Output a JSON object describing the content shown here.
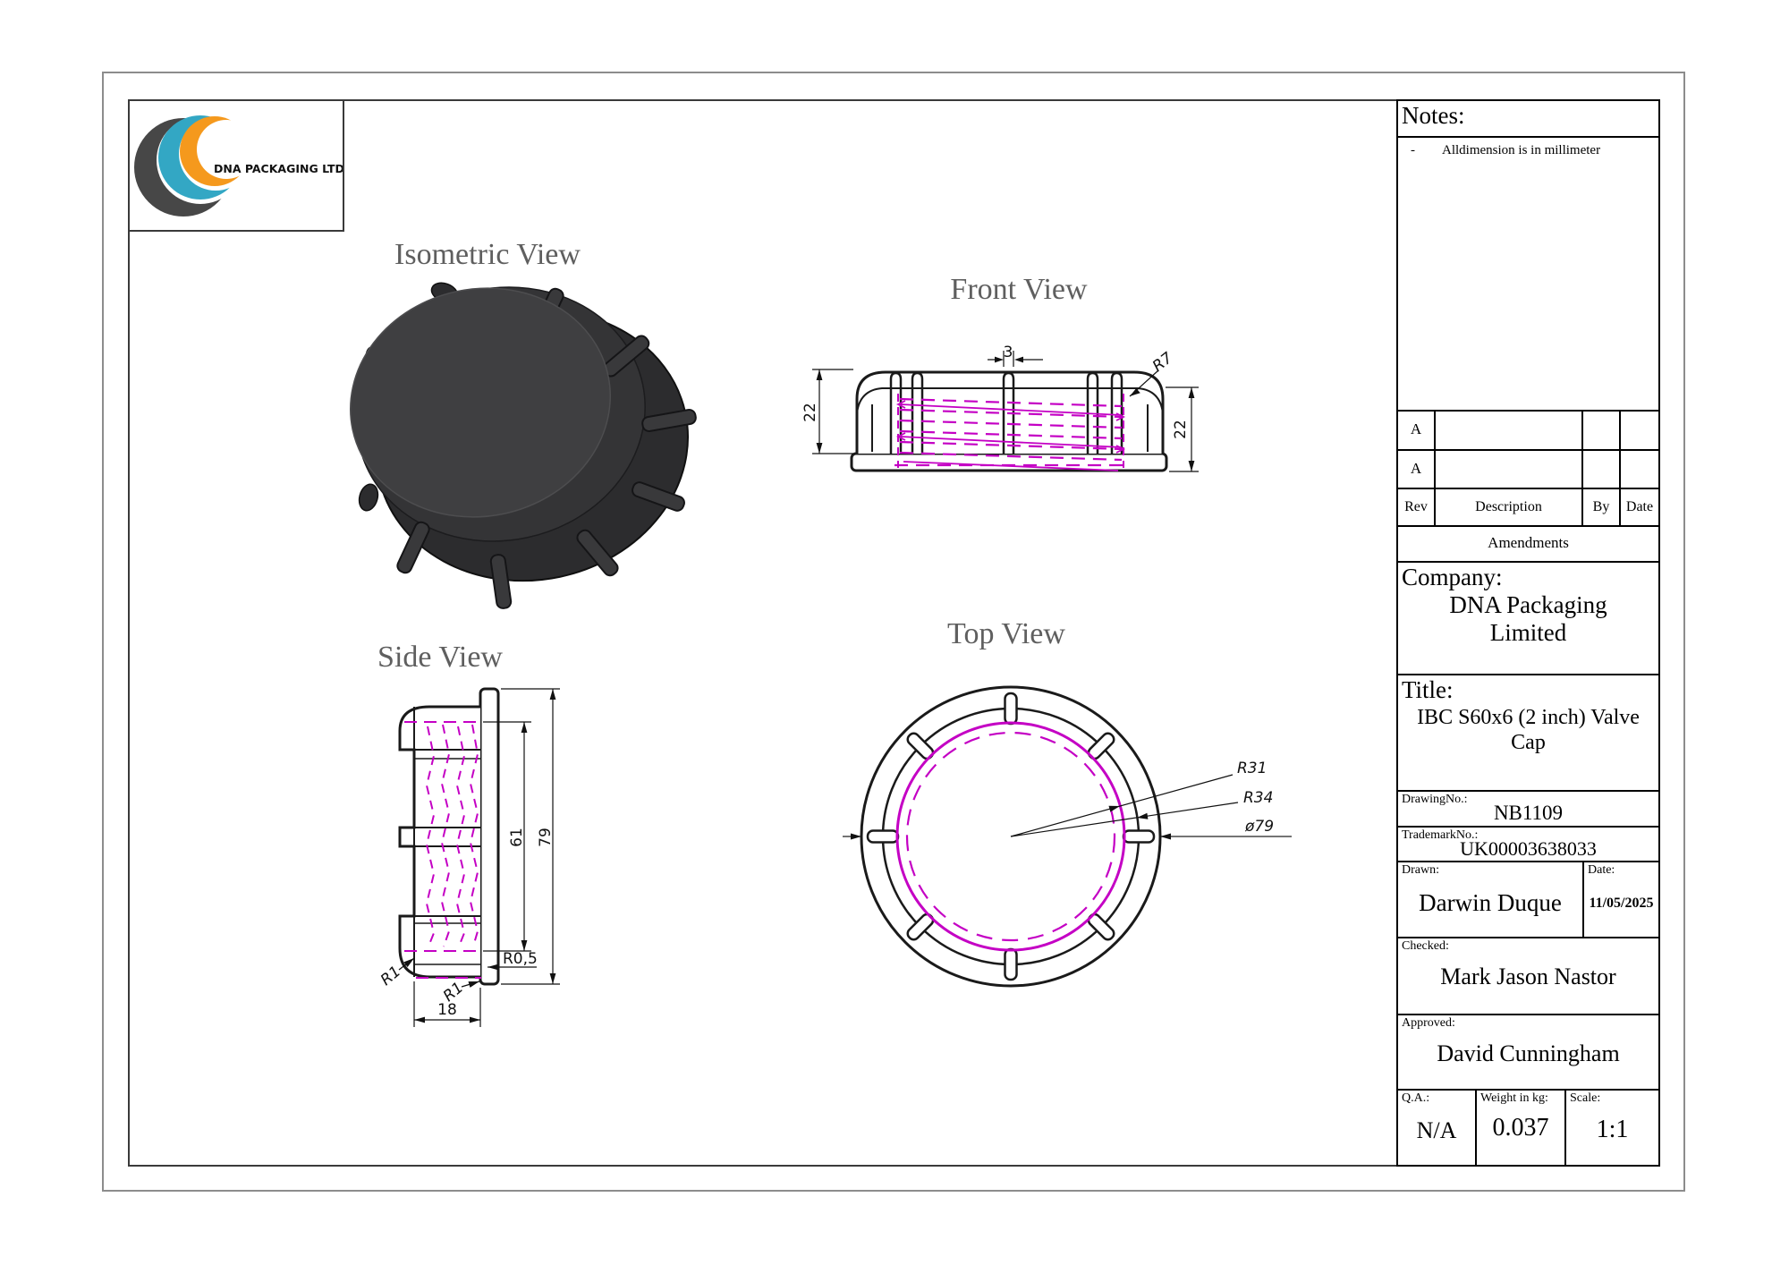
{
  "logo": {
    "company_text": "DNA PACKAGING LTD",
    "colors": {
      "dark": "#474747",
      "teal": "#33a7c4",
      "orange": "#f5991d",
      "text": "#29b2d6"
    }
  },
  "views": {
    "isometric": {
      "title": "Isometric View"
    },
    "front": {
      "title": "Front View",
      "dims": {
        "rib_width": "3",
        "corner_radius": "R7",
        "height_left": "22",
        "height_right": "22"
      }
    },
    "side": {
      "title": "Side View",
      "dims": {
        "thread_length": "61",
        "overall_height": "79",
        "flange_radius": "R0,5",
        "r1_a": "R1",
        "r1_b": "R1",
        "depth": "18"
      }
    },
    "top": {
      "title": "Top View",
      "dims": {
        "radius_inner": "R31",
        "radius_mid": "R34",
        "diameter": "ø79"
      }
    }
  },
  "title_block": {
    "notes": {
      "label": "Notes:",
      "bullet": "-",
      "item": "Alldimension is in millimeter"
    },
    "amendments": {
      "rows": [
        {
          "rev": "A"
        },
        {
          "rev": "A"
        }
      ],
      "headers": {
        "rev": "Rev",
        "description": "Description",
        "by": "By",
        "date": "Date"
      },
      "footer": "Amendments"
    },
    "company": {
      "label": "Company:",
      "value": "DNA Packaging Limited"
    },
    "title": {
      "label": "Title:",
      "value": "IBC S60x6 (2 inch) Valve Cap"
    },
    "drawing_no": {
      "label": "DrawingNo.:",
      "value": "NB1109"
    },
    "trademark_no": {
      "label": "TrademarkNo.:",
      "value": "UK00003638033"
    },
    "drawn": {
      "label": "Drawn:",
      "value": "Darwin Duque"
    },
    "date": {
      "label": "Date:",
      "value": "11/05/2025"
    },
    "checked": {
      "label": "Checked:",
      "value": "Mark Jason Nastor"
    },
    "approved": {
      "label": "Approved:",
      "value": "David Cunningham"
    },
    "qa": {
      "label": "Q.A.:",
      "value": "N/A"
    },
    "weight": {
      "label": "Weight in kg:",
      "value": "0.037"
    },
    "scale": {
      "label": "Scale:",
      "value": "1:1"
    }
  },
  "colors": {
    "thread_magenta": "#c400c4",
    "view_title_gray": "#5f5f5f",
    "object_line": "#1a1a1a"
  }
}
